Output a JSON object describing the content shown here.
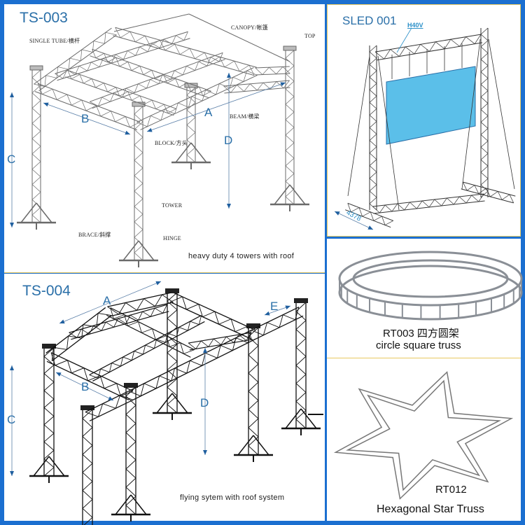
{
  "colors": {
    "border": "#1b6fd0",
    "label_blue": "#2a6fa8",
    "led_screen": "#5bbfe9",
    "divider": "#e8c860"
  },
  "ts003": {
    "title": "TS-003",
    "caption": "heavy duty 4 towers with roof",
    "parts": {
      "single_tube": "SINGLE TUBE/横杆",
      "canopy": "CANOPY/帐篷",
      "top": "TOP",
      "beam": "BEAM/横梁",
      "block": "BLOCK/方头",
      "tower": "TOWER",
      "brace": "BRACE/斜撑",
      "hinge": "HINGE"
    },
    "dims": {
      "a": "A",
      "b": "B",
      "c": "C",
      "d": "D"
    }
  },
  "sled001": {
    "title": "SLED 001",
    "truss_label": "H40V",
    "width_label": "4378"
  },
  "ts004": {
    "title": "TS-004",
    "caption": "flying sytem with roof system",
    "dims": {
      "a": "A",
      "b": "B",
      "c": "C",
      "d": "D",
      "e": "E"
    }
  },
  "rt003": {
    "code_cn": "RT003 四方圆架",
    "name": "circle square truss"
  },
  "rt012": {
    "code": "RT012",
    "name": "Hexagonal Star Truss"
  }
}
